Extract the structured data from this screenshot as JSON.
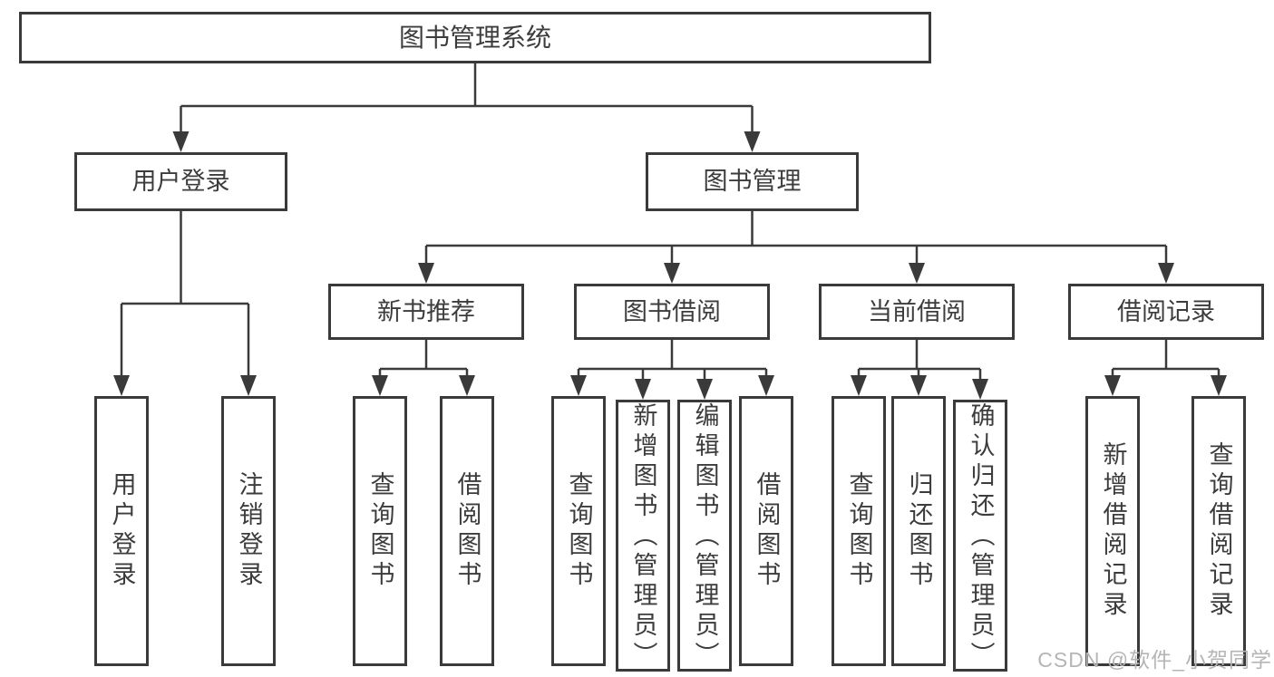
{
  "diagram": {
    "root": {
      "label": "图书管理系统"
    },
    "branches": [
      {
        "label": "用户登录",
        "children": [
          {
            "label": "用户登录"
          },
          {
            "label": "注销登录"
          }
        ]
      },
      {
        "label": "图书管理",
        "children": [
          {
            "label": "新书推荐",
            "children": [
              {
                "label": "查询图书"
              },
              {
                "label": "借阅图书"
              }
            ]
          },
          {
            "label": "图书借阅",
            "children": [
              {
                "label": "查询图书"
              },
              {
                "label": "新增图书（管理员）"
              },
              {
                "label": "编辑图书（管理员）"
              },
              {
                "label": "借阅图书"
              }
            ]
          },
          {
            "label": "当前借阅",
            "children": [
              {
                "label": "查询图书"
              },
              {
                "label": "归还图书"
              },
              {
                "label": "确认归还（管理员）"
              }
            ]
          },
          {
            "label": "借阅记录",
            "children": [
              {
                "label": "新增借阅记录"
              },
              {
                "label": "查询借阅记录"
              }
            ]
          }
        ]
      }
    ]
  },
  "watermark": {
    "text": "CSDN @软件_小贺同学"
  },
  "colors": {
    "line": "#3a3a3a",
    "box_border": "#3a3a3a",
    "text": "#3c3c3c",
    "watermark": "#b5b5b5",
    "background": "#ffffff"
  }
}
